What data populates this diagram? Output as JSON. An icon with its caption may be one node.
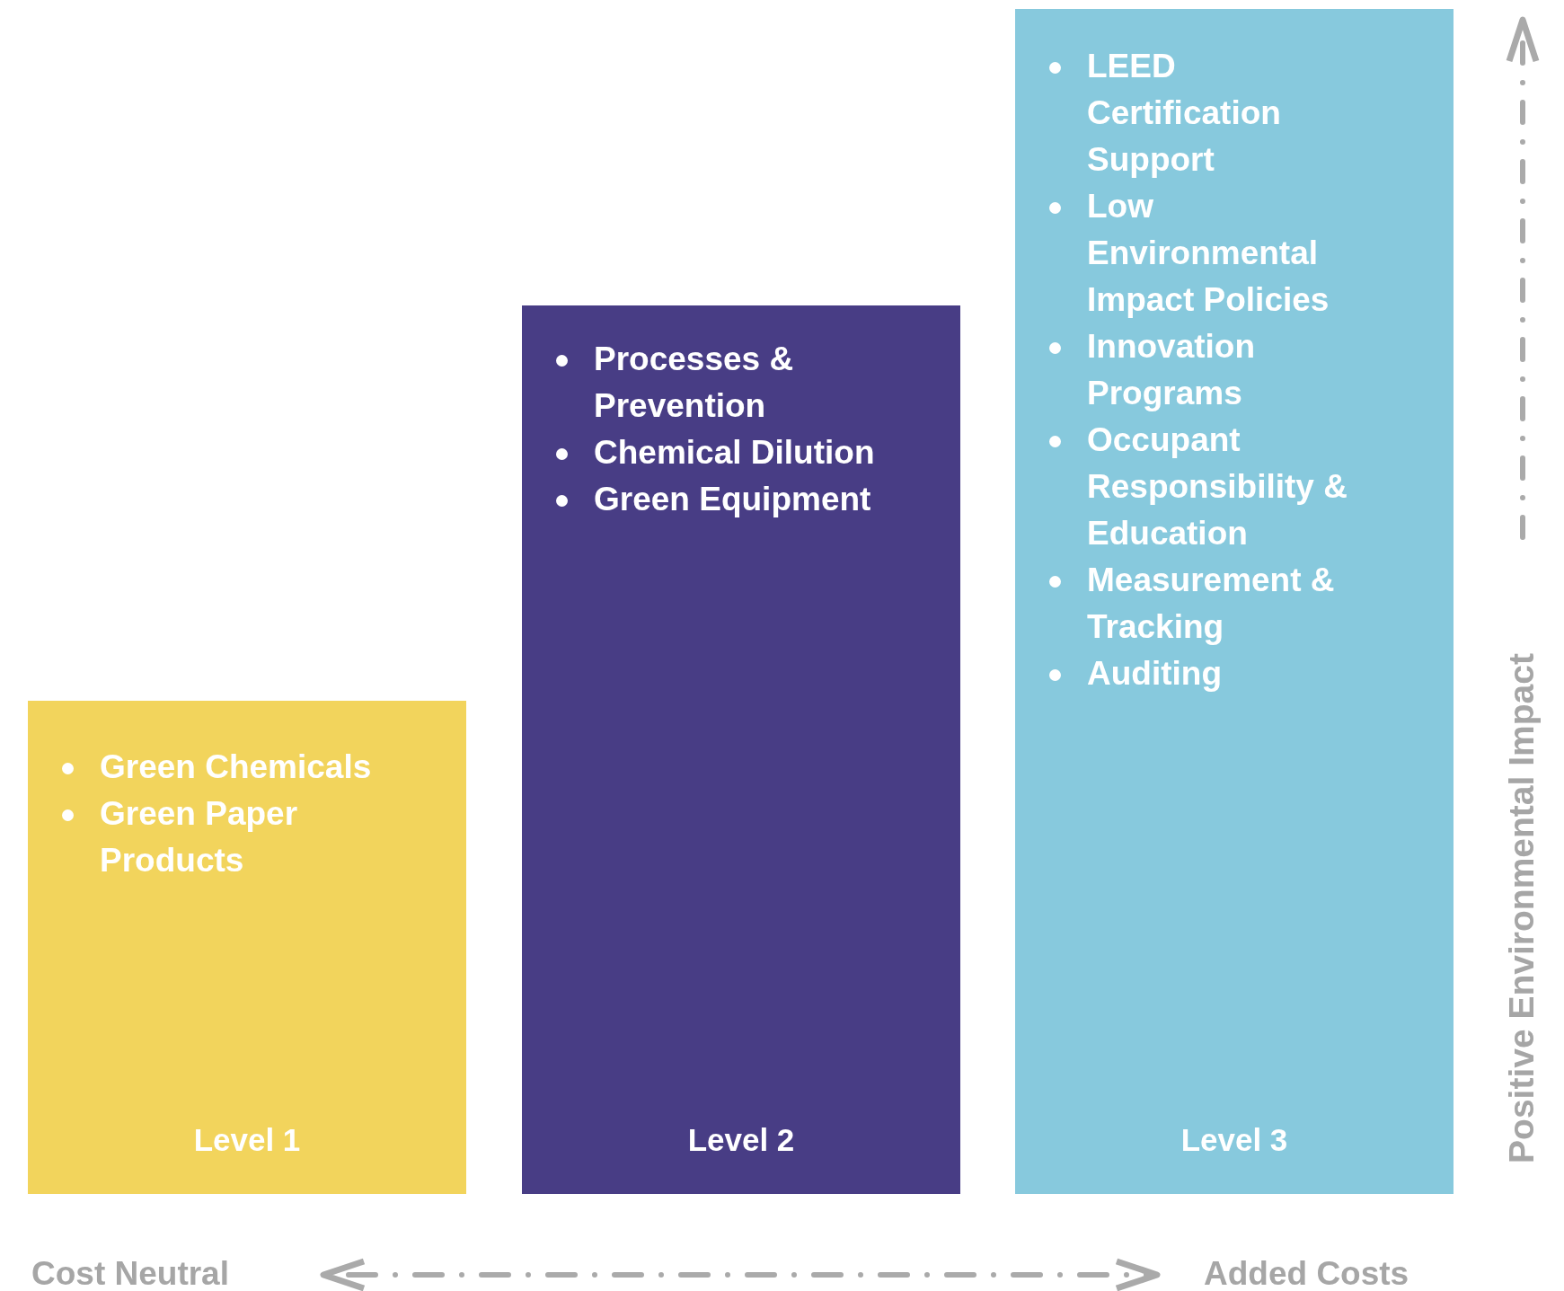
{
  "diagram": {
    "nodes": [
      {
        "text": [
          "Green Chemicals",
          "Green Paper Products",
          "Level 1"
        ]
      },
      {
        "text": [
          "Processes & Prevention",
          "Chemical Dilution",
          "Green Equipment",
          "Level 2"
        ]
      },
      {
        "text": [
          "LEED Certification Support",
          "Low Environmental Impact Policies",
          "Innovation Programs",
          "Occupant Responsibility & Education",
          "Measurement & Tracking",
          "Auditing",
          "Level 3"
        ]
      }
    ],
    "labels": [
      "Cost Neutral",
      "Added Costs",
      "Positive Environmental Impact"
    ]
  }
}
